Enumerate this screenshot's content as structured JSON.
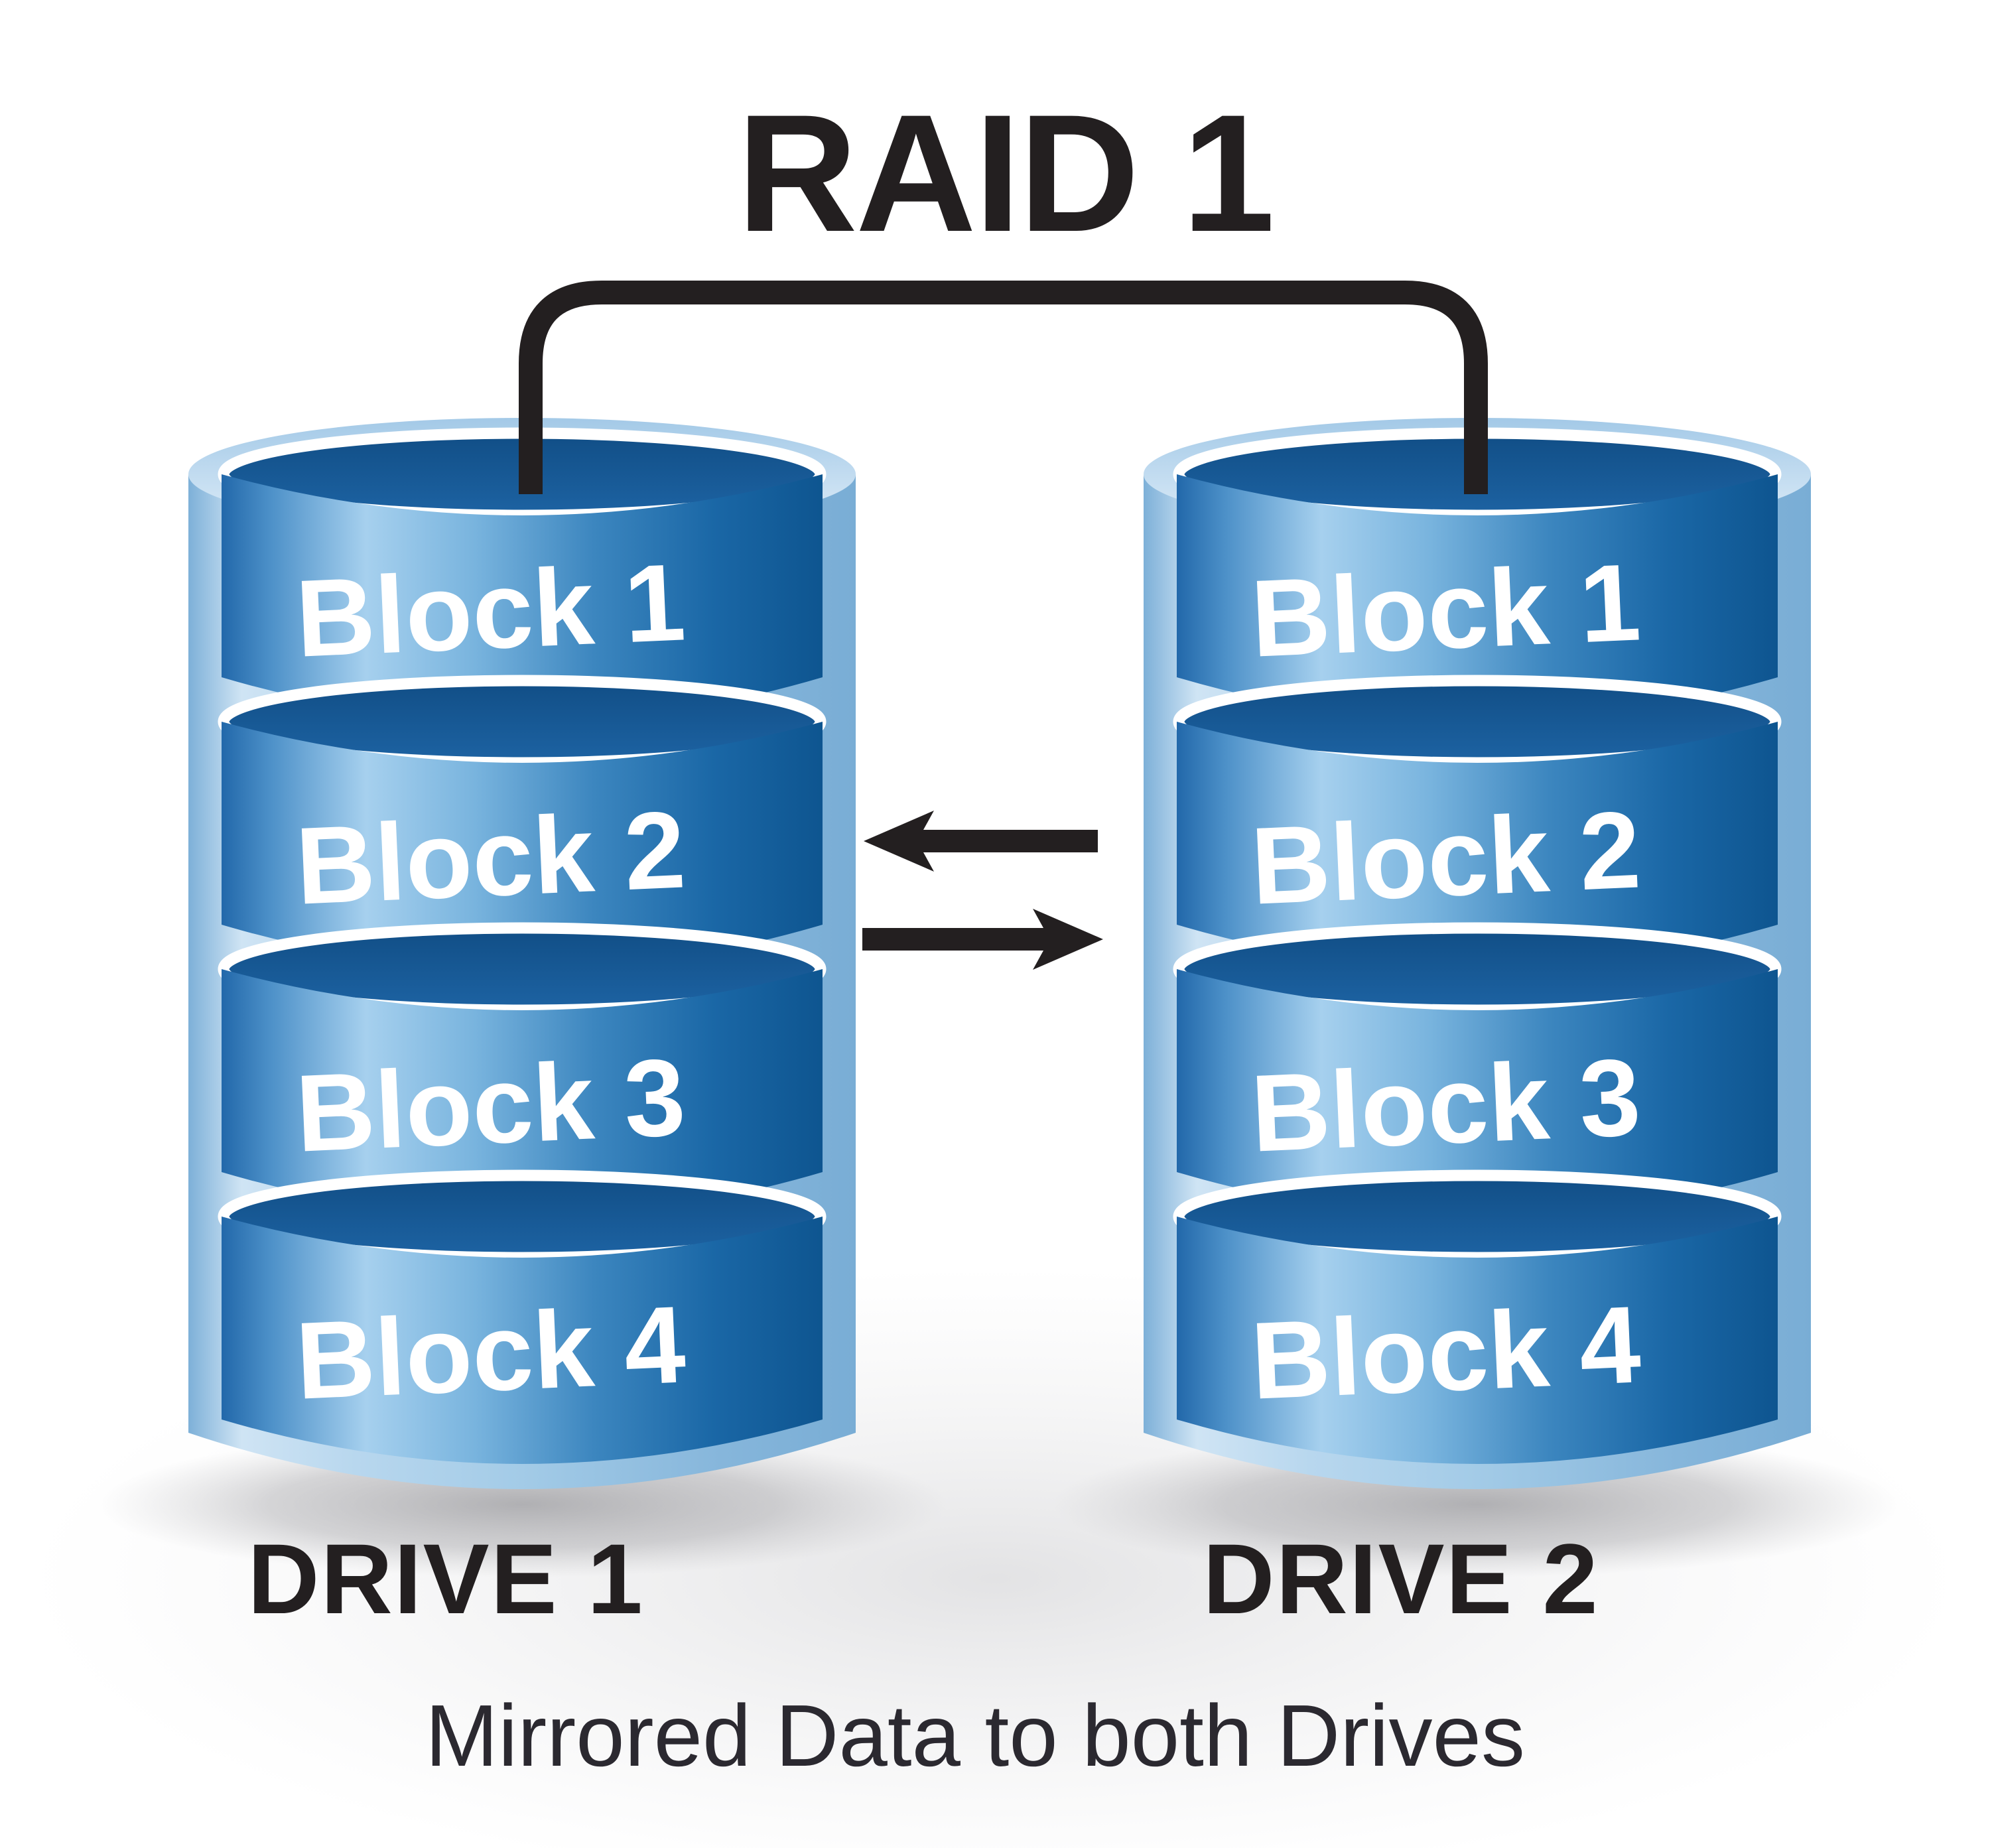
{
  "title": "RAID 1",
  "caption": "Mirrored Data to both Drives",
  "drives": [
    {
      "label": "DRIVE 1",
      "blocks": [
        "Block 1",
        "Block 2",
        "Block 3",
        "Block 4"
      ]
    },
    {
      "label": "DRIVE 2",
      "blocks": [
        "Block 1",
        "Block 2",
        "Block 3",
        "Block 4"
      ]
    }
  ],
  "connector": {
    "meaning": "mirror link between drives"
  },
  "arrows": {
    "left": "data copy to drive 1",
    "right": "data copy to drive 2"
  },
  "colors": {
    "ink": "#231f20",
    "caption_ink": "#2b2930",
    "navy_disk_top": "#165691",
    "disk_body_highlight": "#a6d0ee",
    "disk_body_dark": "#0e5590",
    "shell_light": "#cfe4f4",
    "shell_base": "#7db0d8",
    "white_rim": "#ffffff"
  }
}
